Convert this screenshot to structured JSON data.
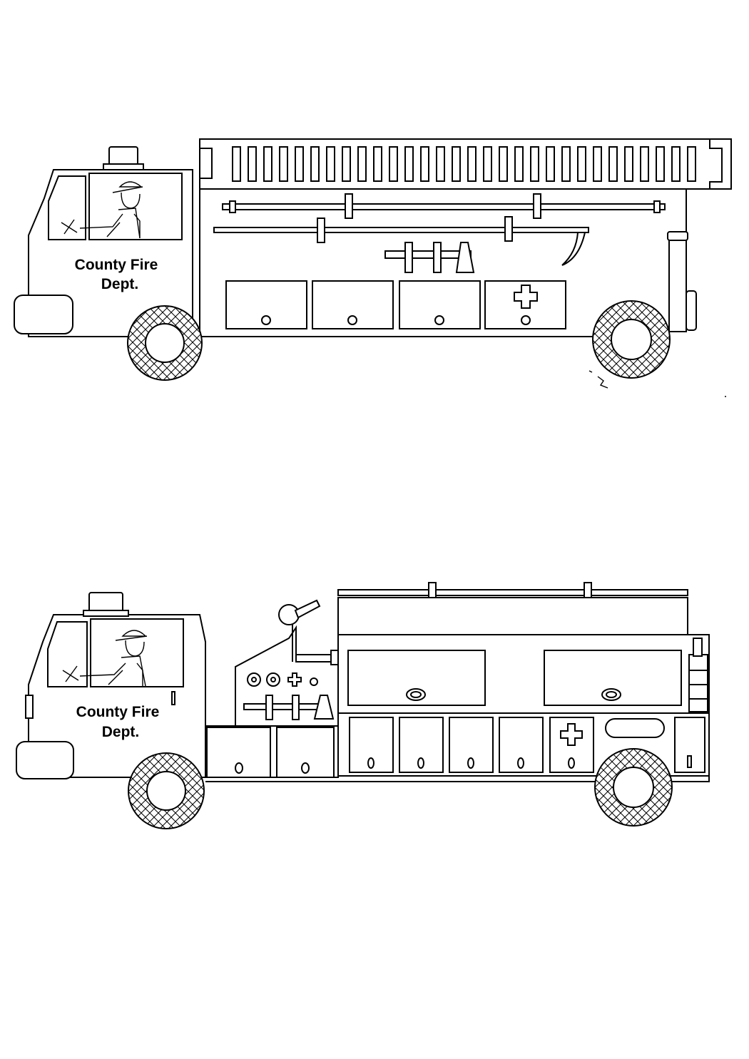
{
  "trucks": [
    {
      "kind": "ladder",
      "door_text": {
        "line1": "County Fire",
        "line2": "Dept."
      }
    },
    {
      "kind": "pumper",
      "door_text": {
        "line1": "County Fire",
        "line2": "Dept."
      }
    }
  ],
  "colors": {
    "stroke": "#000000",
    "background": "#ffffff"
  }
}
